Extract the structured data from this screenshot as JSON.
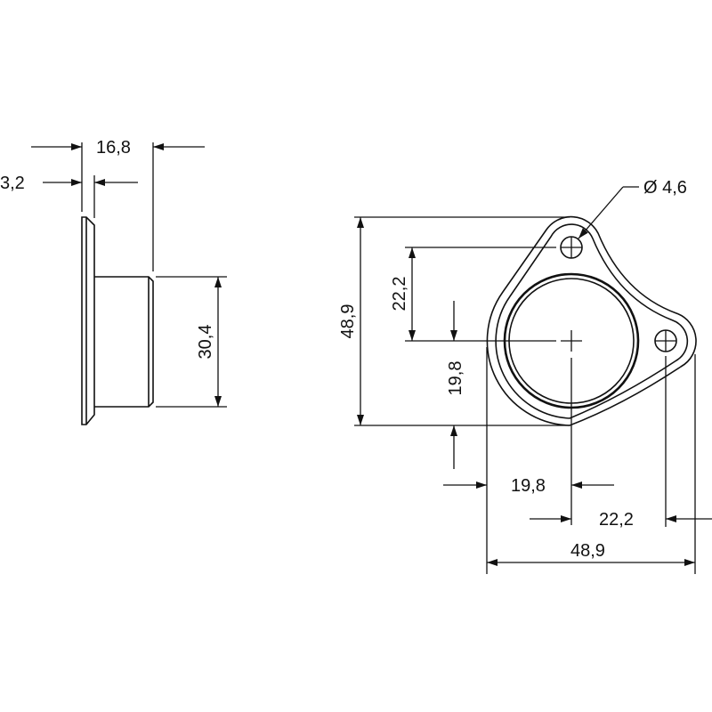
{
  "side_view": {
    "dim_total_depth": "16,8",
    "dim_flange_thickness": "3,2",
    "dim_body_diameter": "30,4"
  },
  "front_view": {
    "dim_height": "48,9",
    "dim_hole_offset_vertical": "22,2",
    "dim_center_vertical": "19,8",
    "dim_center_horizontal": "19,8",
    "dim_hole_offset_horizontal": "22,2",
    "dim_width": "48,9",
    "dim_hole_diameter": "Ø 4,6"
  },
  "colors": {
    "line": "#111111",
    "background": "#ffffff"
  }
}
